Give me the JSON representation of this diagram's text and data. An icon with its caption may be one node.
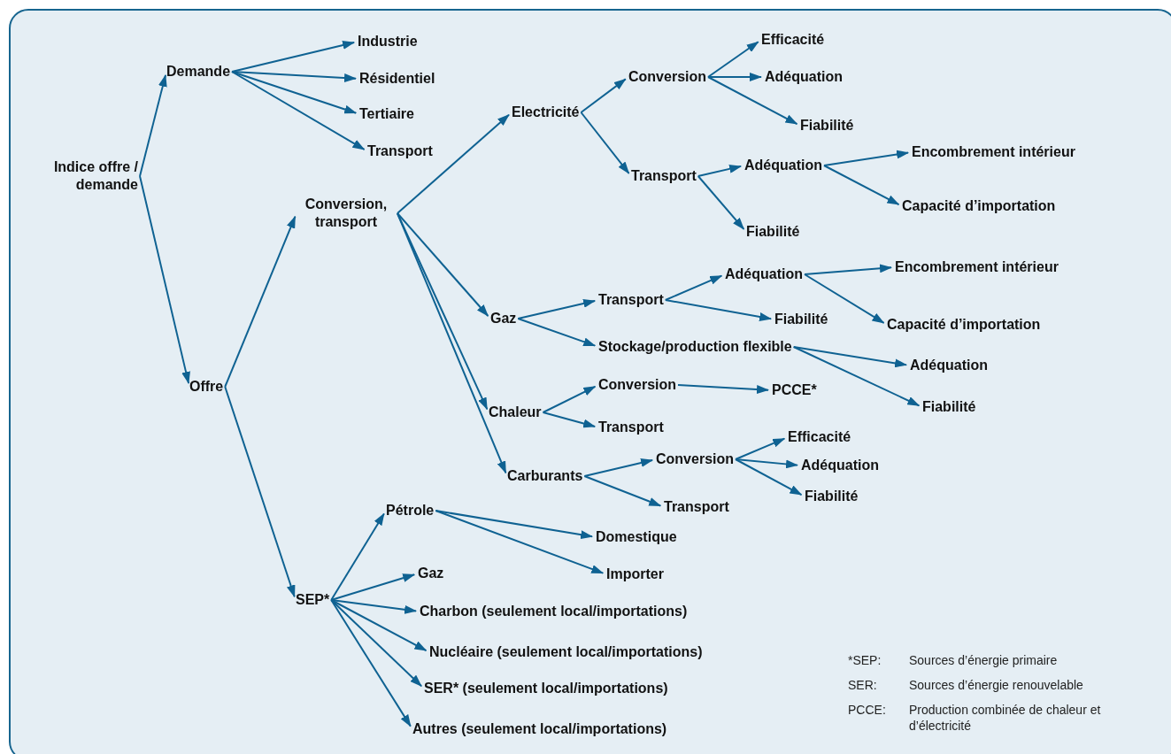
{
  "diagram": {
    "nodes": [
      {
        "text": [
          "Indice offre / demande"
        ]
      },
      {
        "text": [
          "Demande"
        ]
      },
      {
        "text": [
          "Industrie"
        ]
      },
      {
        "text": [
          "Résidentiel"
        ]
      },
      {
        "text": [
          "Tertiaire"
        ]
      },
      {
        "text": [
          "Transport"
        ]
      },
      {
        "text": [
          "Offre"
        ]
      },
      {
        "text": [
          "Conversion, transport"
        ]
      },
      {
        "text": [
          "Electricité"
        ]
      },
      {
        "text": [
          "Conversion"
        ]
      },
      {
        "text": [
          "Efficacité"
        ]
      },
      {
        "text": [
          "Adéquation"
        ]
      },
      {
        "text": [
          "Fiabilité"
        ]
      },
      {
        "text": [
          "Transport"
        ]
      },
      {
        "text": [
          "Adéquation"
        ]
      },
      {
        "text": [
          "Encombrement intérieur"
        ]
      },
      {
        "text": [
          "Capacité d’importation"
        ]
      },
      {
        "text": [
          "Fiabilité"
        ]
      },
      {
        "text": [
          "Gaz"
        ]
      },
      {
        "text": [
          "Transport"
        ]
      },
      {
        "text": [
          "Adéquation"
        ]
      },
      {
        "text": [
          "Encombrement intérieur"
        ]
      },
      {
        "text": [
          "Capacité d’importation"
        ]
      },
      {
        "text": [
          "Fiabilité"
        ]
      },
      {
        "text": [
          "Stockage/production flexible"
        ]
      },
      {
        "text": [
          "Adéquation"
        ]
      },
      {
        "text": [
          "Fiabilité"
        ]
      },
      {
        "text": [
          "Chaleur"
        ]
      },
      {
        "text": [
          "Conversion"
        ]
      },
      {
        "text": [
          "PCCE*"
        ]
      },
      {
        "text": [
          "Transport"
        ]
      },
      {
        "text": [
          "Carburants"
        ]
      },
      {
        "text": [
          "Conversion"
        ]
      },
      {
        "text": [
          "Efficacité"
        ]
      },
      {
        "text": [
          "Adéquation"
        ]
      },
      {
        "text": [
          "Fiabilité"
        ]
      },
      {
        "text": [
          "Transport"
        ]
      },
      {
        "text": [
          "SEP*"
        ]
      },
      {
        "text": [
          "Pétrole"
        ]
      },
      {
        "text": [
          "Domestique"
        ]
      },
      {
        "text": [
          "Importer"
        ]
      },
      {
        "text": [
          "Gaz"
        ]
      },
      {
        "text": [
          "Charbon (seulement local/importations)"
        ]
      },
      {
        "text": [
          "Nucléaire (seulement local/importations)"
        ]
      },
      {
        "text": [
          "SER* (seulement local/importations)"
        ]
      },
      {
        "text": [
          "Autres (seulement local/importations)"
        ]
      }
    ],
    "edges": [
      {
        "from": 0,
        "to": 1,
        "arrow": "to"
      },
      {
        "from": 0,
        "to": 6,
        "arrow": "to"
      },
      {
        "from": 1,
        "to": 2,
        "arrow": "to"
      },
      {
        "from": 1,
        "to": 3,
        "arrow": "to"
      },
      {
        "from": 1,
        "to": 4,
        "arrow": "to"
      },
      {
        "from": 1,
        "to": 5,
        "arrow": "to"
      },
      {
        "from": 6,
        "to": 7,
        "arrow": "to"
      },
      {
        "from": 6,
        "to": 37,
        "arrow": "to"
      },
      {
        "from": 7,
        "to": 8,
        "arrow": "to"
      },
      {
        "from": 7,
        "to": 18,
        "arrow": "to"
      },
      {
        "from": 7,
        "to": 27,
        "arrow": "to"
      },
      {
        "from": 7,
        "to": 31,
        "arrow": "to"
      },
      {
        "from": 8,
        "to": 9,
        "arrow": "to"
      },
      {
        "from": 8,
        "to": 13,
        "arrow": "to"
      },
      {
        "from": 9,
        "to": 10,
        "arrow": "to"
      },
      {
        "from": 9,
        "to": 11,
        "arrow": "to"
      },
      {
        "from": 9,
        "to": 12,
        "arrow": "to"
      },
      {
        "from": 13,
        "to": 14,
        "arrow": "to"
      },
      {
        "from": 13,
        "to": 17,
        "arrow": "to"
      },
      {
        "from": 14,
        "to": 15,
        "arrow": "to"
      },
      {
        "from": 14,
        "to": 16,
        "arrow": "to"
      },
      {
        "from": 18,
        "to": 19,
        "arrow": "to"
      },
      {
        "from": 18,
        "to": 24,
        "arrow": "to"
      },
      {
        "from": 19,
        "to": 20,
        "arrow": "to"
      },
      {
        "from": 19,
        "to": 23,
        "arrow": "to"
      },
      {
        "from": 20,
        "to": 21,
        "arrow": "to"
      },
      {
        "from": 20,
        "to": 22,
        "arrow": "to"
      },
      {
        "from": 24,
        "to": 25,
        "arrow": "to"
      },
      {
        "from": 24,
        "to": 26,
        "arrow": "to"
      },
      {
        "from": 27,
        "to": 28,
        "arrow": "to"
      },
      {
        "from": 27,
        "to": 30,
        "arrow": "to"
      },
      {
        "from": 28,
        "to": 29,
        "arrow": "to"
      },
      {
        "from": 31,
        "to": 32,
        "arrow": "to"
      },
      {
        "from": 31,
        "to": 36,
        "arrow": "to"
      },
      {
        "from": 32,
        "to": 33,
        "arrow": "to"
      },
      {
        "from": 32,
        "to": 34,
        "arrow": "to"
      },
      {
        "from": 32,
        "to": 35,
        "arrow": "to"
      },
      {
        "from": 37,
        "to": 38,
        "arrow": "to"
      },
      {
        "from": 37,
        "to": 41,
        "arrow": "to"
      },
      {
        "from": 37,
        "to": 42,
        "arrow": "to"
      },
      {
        "from": 37,
        "to": 43,
        "arrow": "to"
      },
      {
        "from": 37,
        "to": 44,
        "arrow": "to"
      },
      {
        "from": 37,
        "to": 45,
        "arrow": "to"
      },
      {
        "from": 38,
        "to": 39,
        "arrow": "to"
      },
      {
        "from": 38,
        "to": 40,
        "arrow": "to"
      }
    ],
    "labels": [
      "*SEP:",
      "Sources d’énergie primaire",
      "SER:",
      "Sources d’énergie renouvelable",
      "PCCE:",
      "Production combinée de chaleur et d’électricité"
    ]
  }
}
